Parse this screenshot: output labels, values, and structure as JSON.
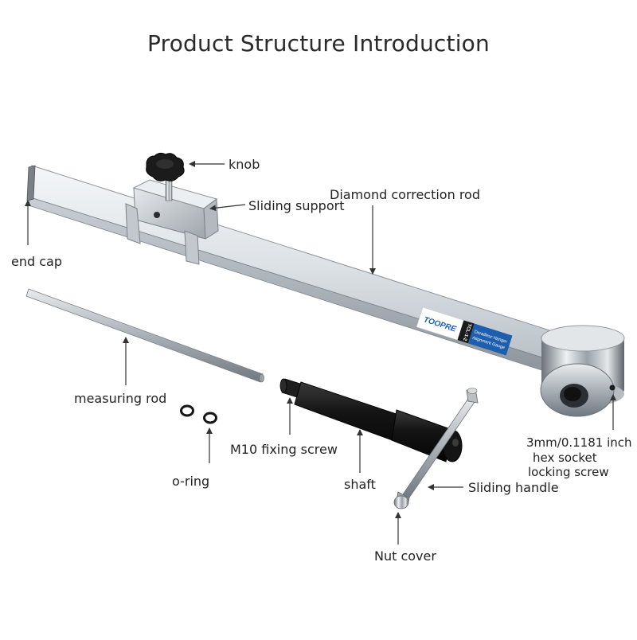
{
  "title": "Product Structure Introduction",
  "brand": {
    "logo": "TOOPRE",
    "model": "TCL-1-2",
    "label_line1": "Derailleur Hanger",
    "label_line2": "Alignment Gauge",
    "label_color": "#1d5fae"
  },
  "labels": {
    "knob": "knob",
    "sliding_support": "Sliding support",
    "diamond_rod": "Diamond correction rod",
    "end_cap": "end cap",
    "measuring_rod": "measuring rod",
    "o_ring": "o-ring",
    "m10_screw": "M10 fixing screw",
    "shaft": "shaft",
    "sliding_handle": "Sliding handle",
    "nut_cover": "Nut cover",
    "hex_line1": "3mm/0.1181 inch",
    "hex_line2": "hex socket",
    "hex_line3": "locking screw"
  },
  "icons": {
    "arrow": "arrow-icon",
    "knob": "knob-icon",
    "o_ring": "o-ring-icon"
  }
}
